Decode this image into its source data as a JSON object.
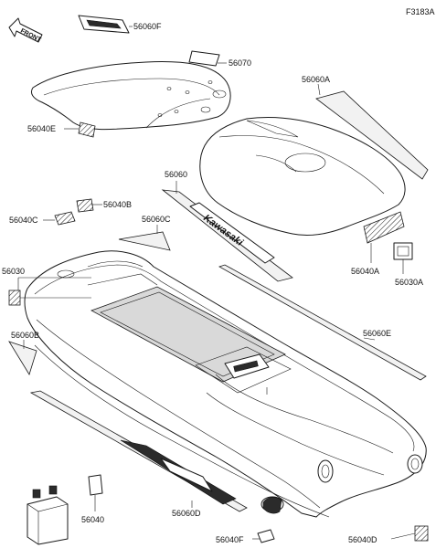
{
  "figure_code": "F3183A",
  "front_label": "FRONT",
  "brand_decal_text": "Kawasaki",
  "parts": {
    "p56060F": "56060F",
    "p56070": "56070",
    "p56060A": "56060A",
    "p56040E": "56040E",
    "p56060": "56060",
    "p56040B": "56040B",
    "p56040C": "56040C",
    "p56060C": "56060C",
    "p56030": "56030",
    "p56040A": "56040A",
    "p56030A": "56030A",
    "p56060B": "56060B",
    "p56060E": "56060E",
    "p56040": "56040",
    "p56060D": "56060D",
    "p56040F": "56040F",
    "p56040D": "56040D"
  }
}
